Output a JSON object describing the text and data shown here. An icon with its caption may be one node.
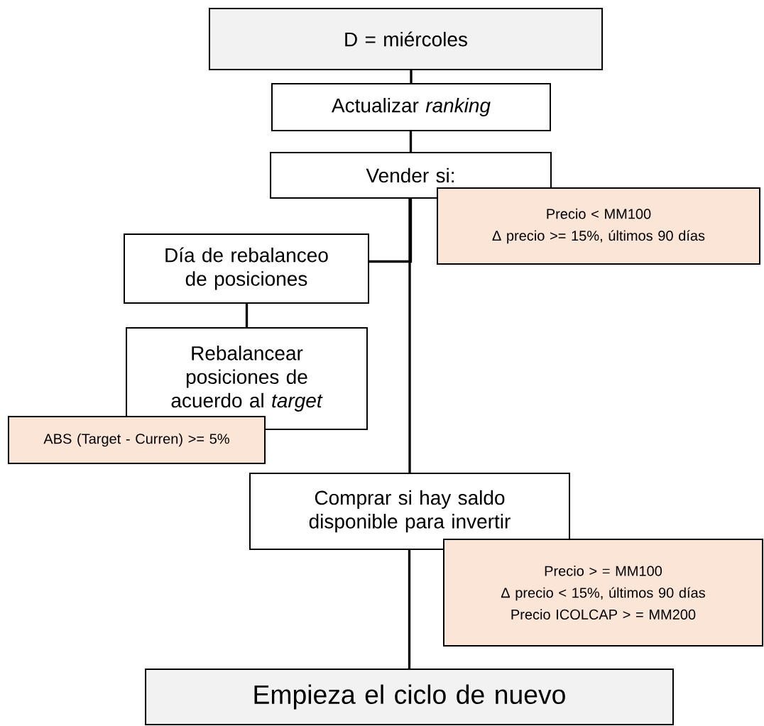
{
  "diagram": {
    "nodes": [
      {
        "text": [
          "D = miércoles"
        ]
      },
      {
        "text": [
          "Actualizar *ranking*"
        ]
      },
      {
        "text": [
          "Vender si:"
        ]
      },
      {
        "text": [
          "Precio < MM100",
          "Δ precio >= 15%, últimos 90 días"
        ]
      },
      {
        "text": [
          "Día de rebalanceo de posiciones"
        ]
      },
      {
        "text": [
          "Rebalancear posiciones de acuerdo al *target*"
        ]
      },
      {
        "text": [
          "ABS (Target - Curren) >= 5%"
        ]
      },
      {
        "text": [
          "Comprar si hay saldo disponible para invertir"
        ]
      },
      {
        "text": [
          "Precio > = MM100",
          "Δ precio < 15%, últimos 90 días",
          "Precio ICOLCAP > = MM200"
        ]
      },
      {
        "text": [
          "Empieza el ciclo de nuevo"
        ]
      }
    ],
    "edges": [
      {
        "from": 0,
        "to": 1,
        "arrow": "none"
      },
      {
        "from": 1,
        "to": 2,
        "arrow": "none"
      },
      {
        "from": 2,
        "to": 4,
        "arrow": "none"
      },
      {
        "from": 2,
        "to": 7,
        "arrow": "none"
      },
      {
        "from": 4,
        "to": 5,
        "arrow": "none"
      },
      {
        "from": 7,
        "to": 9,
        "arrow": "none"
      }
    ]
  }
}
